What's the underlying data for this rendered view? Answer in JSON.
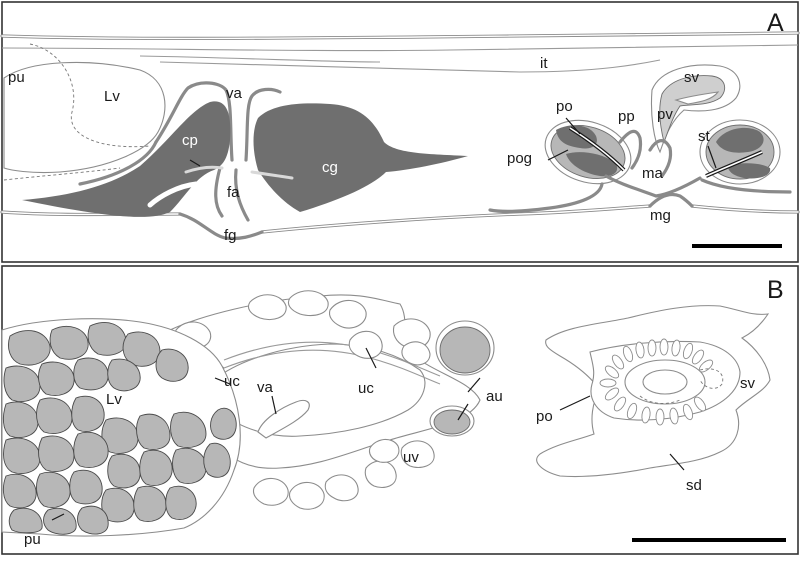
{
  "colors": {
    "tissue": "#6f6f6f",
    "gland_fill": "#b7b7b7",
    "light_fill": "#cfcfcf",
    "outline": "#8c8c8c",
    "frame": "#333333",
    "text": "#1a1a1a"
  },
  "panel_a": {
    "letter": "A",
    "labels": {
      "pu": "pu",
      "lv": "Lv",
      "va": "va",
      "cp": "cp",
      "cg": "cg",
      "fa": "fa",
      "fg": "fg",
      "it": "it",
      "sv": "sv",
      "po": "po",
      "pp": "pp",
      "pv": "pv",
      "pog": "pog",
      "st": "st",
      "ma": "ma",
      "mg": "mg"
    }
  },
  "panel_b": {
    "letter": "B",
    "labels": {
      "lv": "Lv",
      "uc_left": "uc",
      "va": "va",
      "uc_center": "uc",
      "au": "au",
      "uv": "uv",
      "pu": "pu",
      "po": "po",
      "sv": "sv",
      "sd": "sd"
    }
  }
}
